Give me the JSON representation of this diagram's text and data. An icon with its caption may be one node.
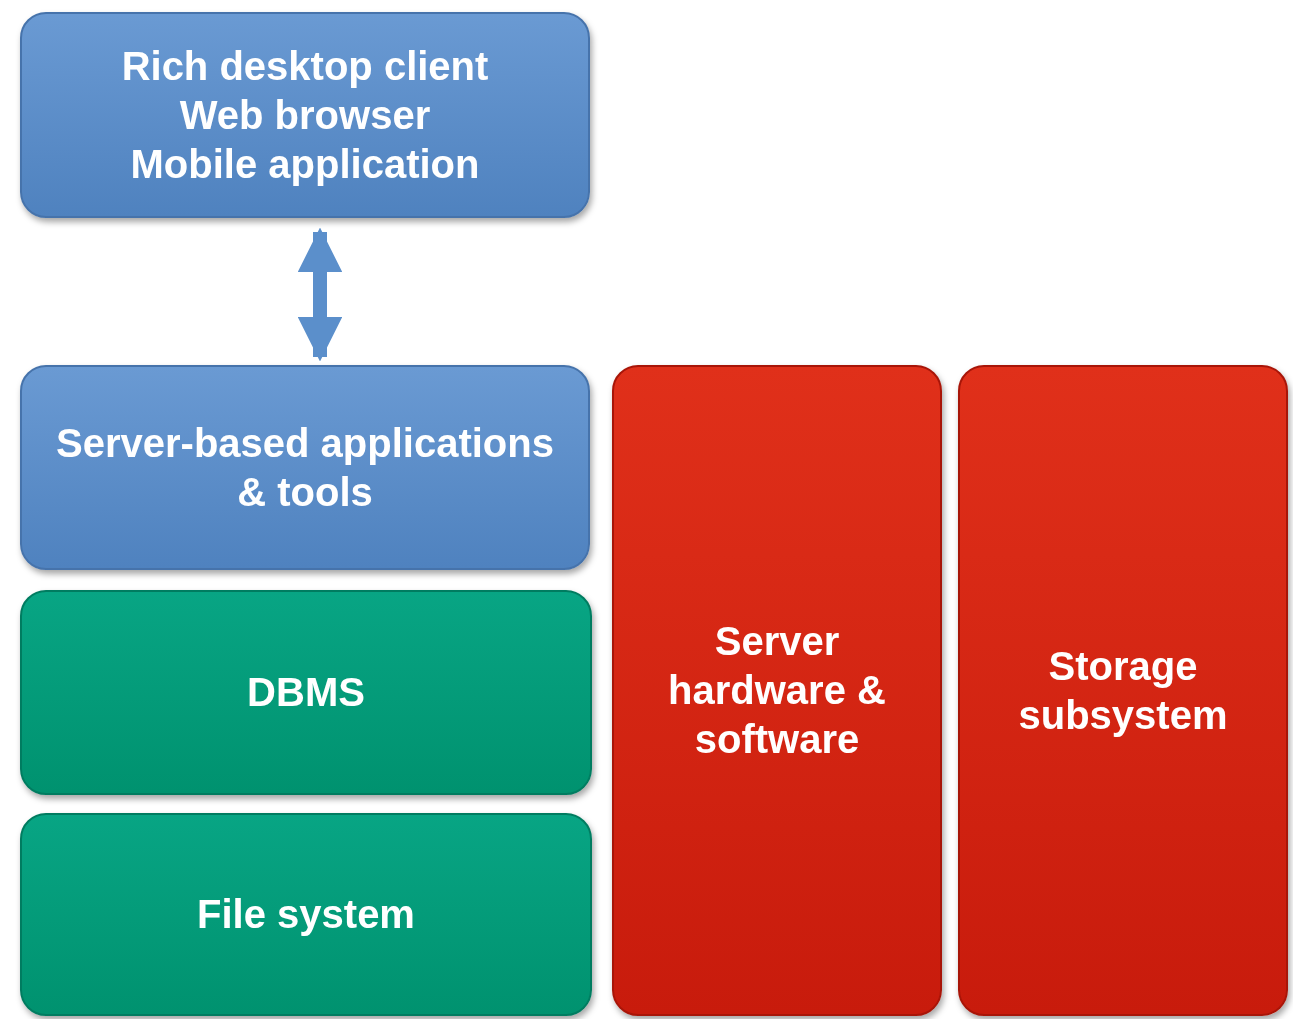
{
  "diagram": {
    "nodes": [
      {
        "text": [
          "Rich desktop client",
          "Web browser",
          "Mobile application"
        ]
      },
      {
        "text": [
          "Server-based applications & tools"
        ]
      },
      {
        "text": [
          "DBMS"
        ]
      },
      {
        "text": [
          "File system"
        ]
      },
      {
        "text": [
          "Server hardware & software"
        ]
      },
      {
        "text": [
          "Storage subsystem"
        ]
      }
    ],
    "edges": [
      {
        "from": 0,
        "to": 1,
        "arrow": "both"
      }
    ]
  }
}
